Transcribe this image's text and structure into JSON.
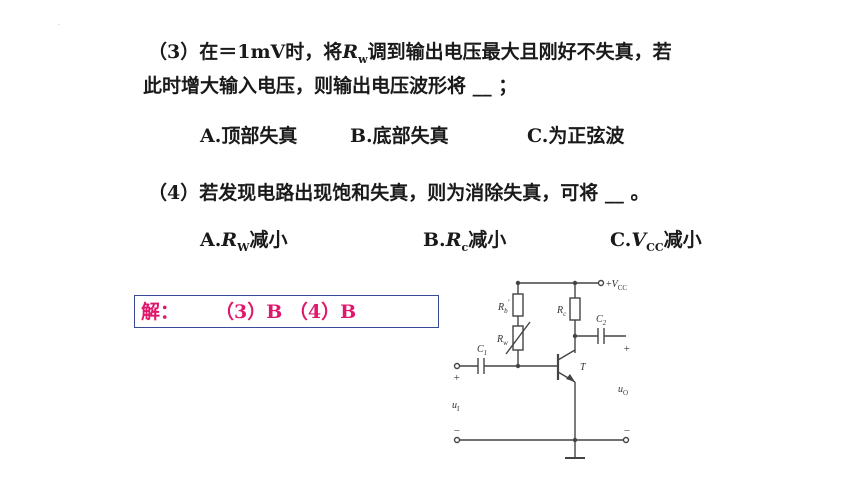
{
  "q3": {
    "num": "（3）",
    "part1": "在＝1mV时，将",
    "rw_r": "R",
    "rw_sub": "w",
    "part2": "调到输出电压最大且刚好不失真，若",
    "line2": "此时增大输入电压，则输出电压波形将 __ ；",
    "options": [
      "A.顶部失真",
      "B.底部失真",
      "C.为正弦波"
    ]
  },
  "q4": {
    "line": "（4）若发现电路出现饱和失真，则为消除失真，可将 __ 。",
    "opt_a_prefix": "A.",
    "opt_a_r": "R",
    "opt_a_sub": "W",
    "opt_a_suffix": "减小",
    "opt_b_prefix": "B.",
    "opt_b_r": "R",
    "opt_b_sub": "c",
    "opt_b_suffix": "减小",
    "opt_c_prefix": "C.",
    "opt_c_v": "V",
    "opt_c_sub": "CC",
    "opt_c_suffix": "减小"
  },
  "answer": {
    "label": "解：",
    "text": "（3）B （4）B"
  },
  "circuit": {
    "vcc_plus": "+",
    "vcc_v": "V",
    "vcc_sub": "CC",
    "rb_r": "R",
    "rb_sub": "b",
    "rb_prime": "′",
    "rw_r": "R",
    "rw_sub": "w",
    "rc_r": "R",
    "rc_sub": "c",
    "c1_c": "C",
    "c1_sub": "1",
    "c2_c": "C",
    "c2_sub": "2",
    "transistor": "T",
    "in_plus": "+",
    "in_minus": "−",
    "out_plus": "+",
    "out_minus": "−",
    "ui_u": "u",
    "ui_sub": "I",
    "uo_u": "u",
    "uo_sub": "O"
  },
  "colors": {
    "answer": "#e0186c",
    "box_border": "#3a4a9a"
  }
}
